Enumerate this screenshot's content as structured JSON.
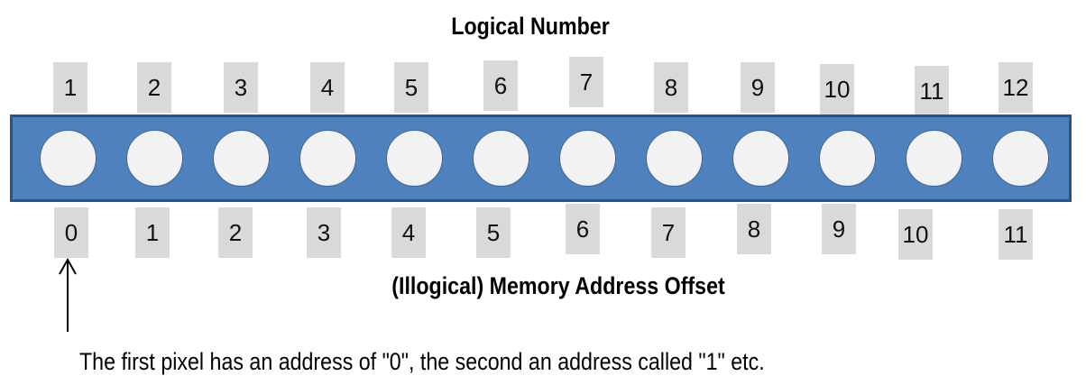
{
  "diagram": {
    "title": "Logical Number",
    "subtitle": "(Illogical) Memory Address Offset",
    "caption": "The first pixel has an address of \"0\", the second an address called \"1\" etc.",
    "logical_numbers": [
      "1",
      "2",
      "3",
      "4",
      "5",
      "6",
      "7",
      "8",
      "9",
      "10",
      "11",
      "12"
    ],
    "memory_offsets": [
      "0",
      "1",
      "2",
      "3",
      "4",
      "5",
      "6",
      "7",
      "8",
      "9",
      "10",
      "11"
    ],
    "pixel_count": 12
  },
  "colors": {
    "strip_fill": "#4f81bd",
    "strip_border": "#2c5384",
    "pixel_fill": "#f2f2f2",
    "label_box": "#d9d9d9"
  }
}
